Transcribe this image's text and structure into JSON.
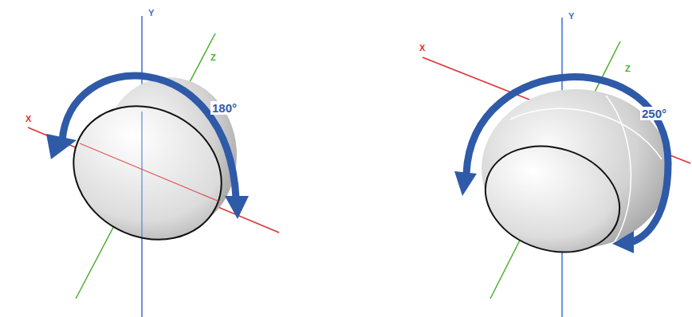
{
  "diagram": {
    "labels": [
      "Y",
      "Z",
      "X",
      "180°",
      "Y",
      "Z",
      "X",
      "250°"
    ]
  }
}
